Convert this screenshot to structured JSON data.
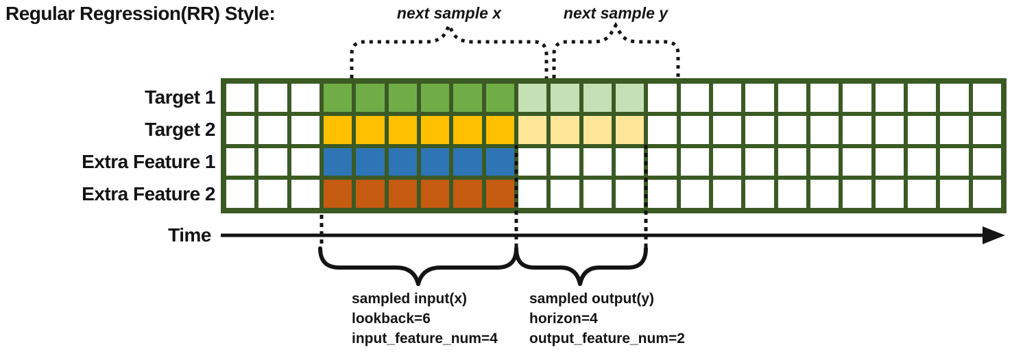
{
  "title": "Regular Regression(RR) Style:",
  "palette": {
    "grid_line": "#3b5a24",
    "empty_cell": "#ffffff",
    "ink": "#141414"
  },
  "grid": {
    "columns": 24,
    "input_start": 3,
    "lookback": 6,
    "horizon": 4,
    "line_color": "#3b5a24",
    "empty_color": "#ffffff",
    "rows": [
      {
        "label": "Target 1",
        "input_color": "#70AD47",
        "output_color": "#C5E0B4"
      },
      {
        "label": "Target 2",
        "input_color": "#FFC000",
        "output_color": "#FFE699"
      },
      {
        "label": "Extra Feature 1",
        "input_color": "#2E75B6",
        "output_color": null
      },
      {
        "label": "Extra Feature 2",
        "input_color": "#C55A11",
        "output_color": null
      }
    ]
  },
  "annotations": {
    "next_sample_x": "next sample x",
    "next_sample_y": "next sample y",
    "time_label": "Time",
    "input_block": {
      "title": "sampled input(x)",
      "lookback": "lookback=6",
      "feature_num": "input_feature_num=4"
    },
    "output_block": {
      "title": "sampled output(y)",
      "horizon": "horizon=4",
      "feature_num": "output_feature_num=2"
    }
  }
}
